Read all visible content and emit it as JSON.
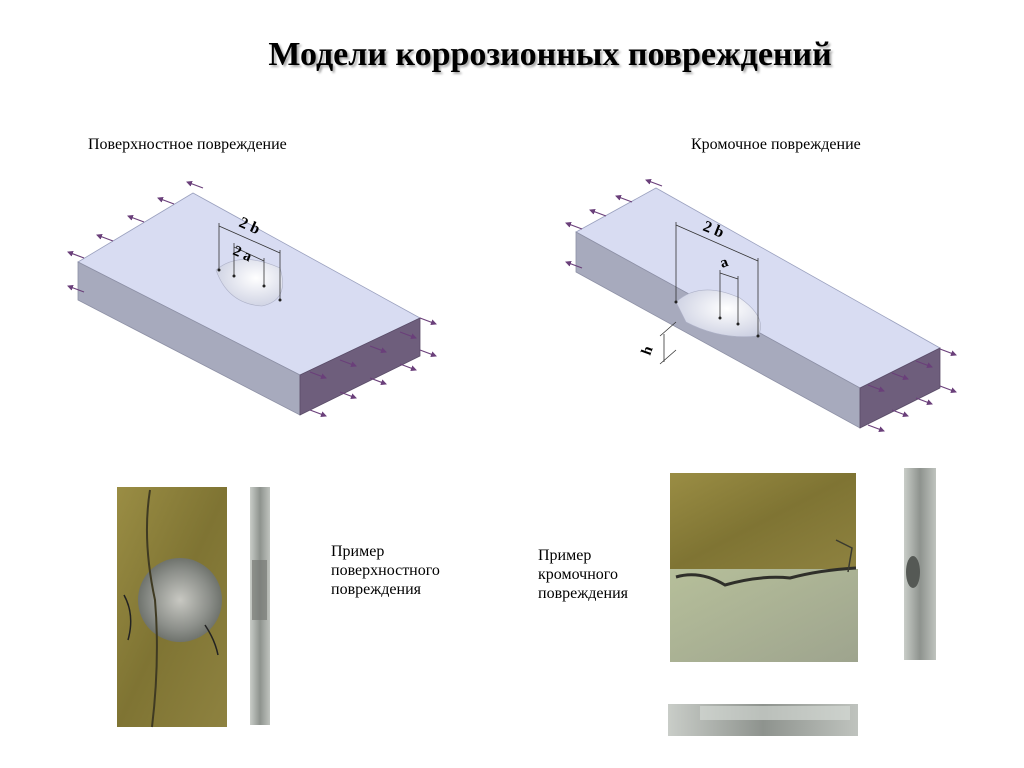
{
  "slide": {
    "title": "Модели коррозионных повреждений"
  },
  "surface": {
    "caption": "Поверхностное повреждение",
    "dim_width": "2 b",
    "dim_depth": "2 a",
    "example_lines": [
      "Пример",
      "поверхностного",
      "повреждения"
    ]
  },
  "edge": {
    "caption": "Кромочное повреждение",
    "dim_width": "2 b",
    "dim_depth": "a",
    "dim_height": "h",
    "example_lines": [
      "Пример",
      "кромочного",
      "повреждения"
    ]
  },
  "colors": {
    "plate_top": "#d8dcf2",
    "plate_front": "#a7aabd",
    "plate_end": "#6e5e7c",
    "arrow": "#6a3f7a",
    "pit": "#eef0f8",
    "specimen_coating": "#8a7d3a",
    "specimen_metal": "#9aa09a"
  }
}
